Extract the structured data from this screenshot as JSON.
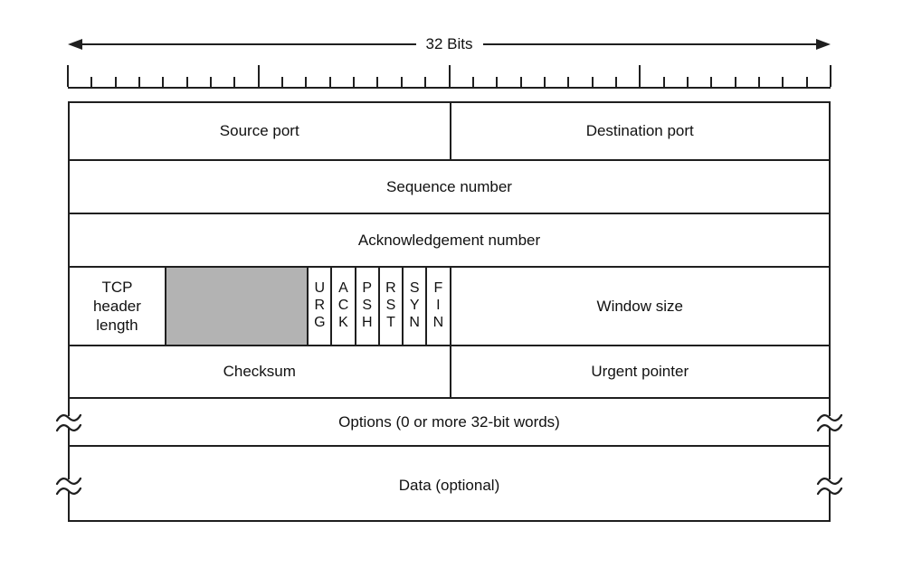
{
  "scale": {
    "title": "32 Bits",
    "total_ticks": 33,
    "major_every": 8
  },
  "header_box": {
    "rows": [
      {
        "name": "row-ports",
        "cells": [
          {
            "name": "field-source-port",
            "label": "Source port",
            "bits": 16
          },
          {
            "name": "field-destination-port",
            "label": "Destination port",
            "bits": 16
          }
        ]
      },
      {
        "name": "row-sequence-number",
        "cells": [
          {
            "name": "field-sequence-number",
            "label": "Sequence number",
            "bits": 32
          }
        ]
      },
      {
        "name": "row-acknowledgement-number",
        "cells": [
          {
            "name": "field-acknowledgement-number",
            "label": "Acknowledgement number",
            "bits": 32
          }
        ]
      },
      {
        "name": "row-length-flags-window",
        "cells": [
          {
            "name": "field-tcp-header-length",
            "label": "TCP\nheader\nlength",
            "bits": 4
          },
          {
            "name": "field-reserved",
            "label": "",
            "bits": 6,
            "shaded": true
          },
          {
            "name": "flag-urg",
            "label": "URG",
            "bits": 1,
            "vertical": true
          },
          {
            "name": "flag-ack",
            "label": "ACK",
            "bits": 1,
            "vertical": true
          },
          {
            "name": "flag-psh",
            "label": "PSH",
            "bits": 1,
            "vertical": true
          },
          {
            "name": "flag-rst",
            "label": "RST",
            "bits": 1,
            "vertical": true
          },
          {
            "name": "flag-syn",
            "label": "SYN",
            "bits": 1,
            "vertical": true
          },
          {
            "name": "flag-fin",
            "label": "FIN",
            "bits": 1,
            "vertical": true
          },
          {
            "name": "field-window-size",
            "label": "Window size",
            "bits": 16
          }
        ]
      },
      {
        "name": "row-checksum-urgent",
        "cells": [
          {
            "name": "field-checksum",
            "label": "Checksum",
            "bits": 16
          },
          {
            "name": "field-urgent-pointer",
            "label": "Urgent pointer",
            "bits": 16
          }
        ]
      },
      {
        "name": "row-options",
        "break_marks": true,
        "cells": [
          {
            "name": "field-options",
            "label": "Options (0 or more 32-bit words)",
            "bits": 32
          }
        ]
      },
      {
        "name": "row-data",
        "break_marks": true,
        "cells": [
          {
            "name": "field-data",
            "label": "Data (optional)",
            "bits": 32
          }
        ]
      }
    ]
  },
  "colors": {
    "line": "#1f1f1f",
    "text": "#111111",
    "reserved_fill": "#b3b3b3",
    "background": "#ffffff"
  }
}
